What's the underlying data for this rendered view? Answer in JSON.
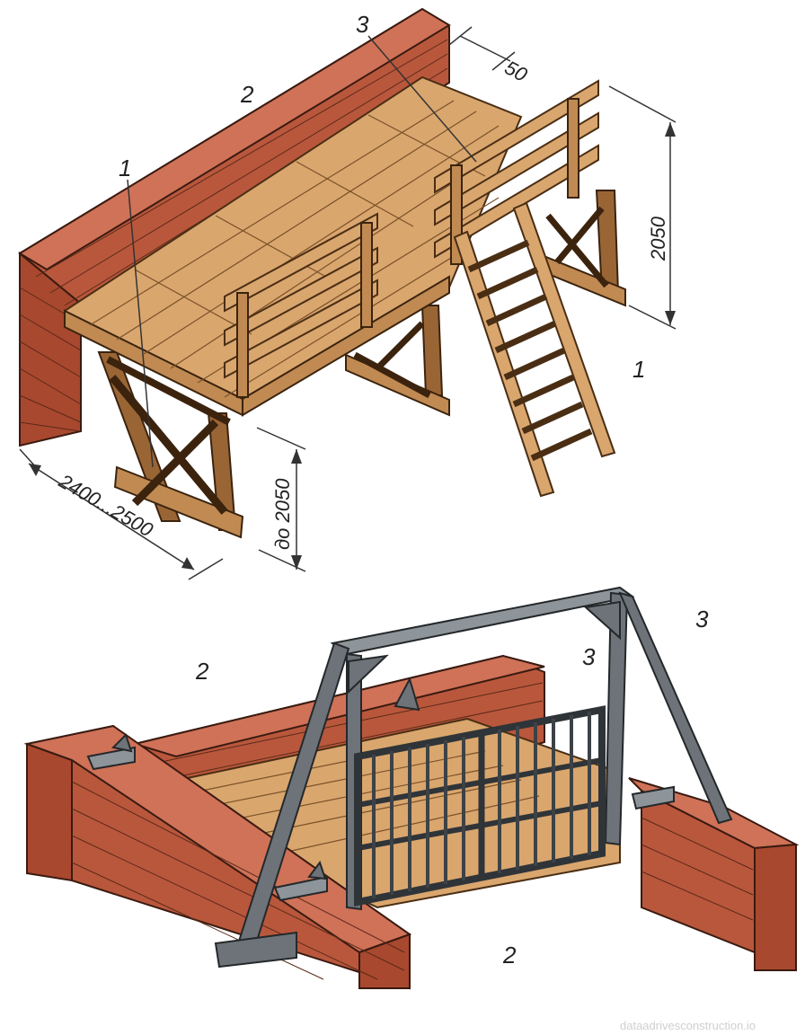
{
  "top_figure": {
    "labels": {
      "one_left": "1",
      "one_right": "1",
      "two": "2",
      "three": "3"
    },
    "dimensions": {
      "gap": "50",
      "height": "2050",
      "width": "2400...2500",
      "height_up_to": "до 2050"
    }
  },
  "bottom_figure": {
    "labels": {
      "two_left": "2",
      "three_mid": "3",
      "three_right": "3",
      "two_bottom": "2"
    }
  },
  "watermark": "dataadrivesconstruction.io",
  "colors": {
    "brick": "#b9573c",
    "wood": "#d9a66e",
    "steel": "#6d7378"
  }
}
